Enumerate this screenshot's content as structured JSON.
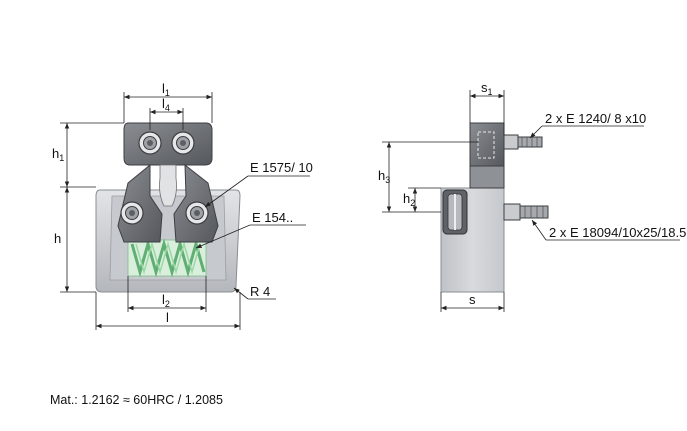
{
  "colors": {
    "body_light": "#d3d5d9",
    "body_mid": "#b9bcc1",
    "part_dark": "#6e7176",
    "part_edge": "#3c3e42",
    "spring": "#7fc98e",
    "spring_bg": "#d9efdc",
    "dim_line": "#222222"
  },
  "front_view": {
    "dim_l1": "l",
    "dim_l1_sub": "1",
    "dim_l4": "l",
    "dim_l4_sub": "4",
    "dim_h1": "h",
    "dim_h1_sub": "1",
    "dim_h": "h",
    "dim_l2": "l",
    "dim_l2_sub": "2",
    "dim_l": "l",
    "label_E1575": "E 1575/ 10",
    "label_E154": "E 154..",
    "label_R4": "R 4"
  },
  "side_view": {
    "dim_s1": "s",
    "dim_s1_sub": "1",
    "dim_h3": "h",
    "dim_h3_sub": "3",
    "dim_h2": "h",
    "dim_h2_sub": "2",
    "dim_s": "s",
    "label_screw1": "2 x E 1240/ 8 x10",
    "label_screw2": "2 x E 18094/10x25/18.5"
  },
  "material_note": "Mat.: 1.2162 ≈ 60HRC / 1.2085"
}
